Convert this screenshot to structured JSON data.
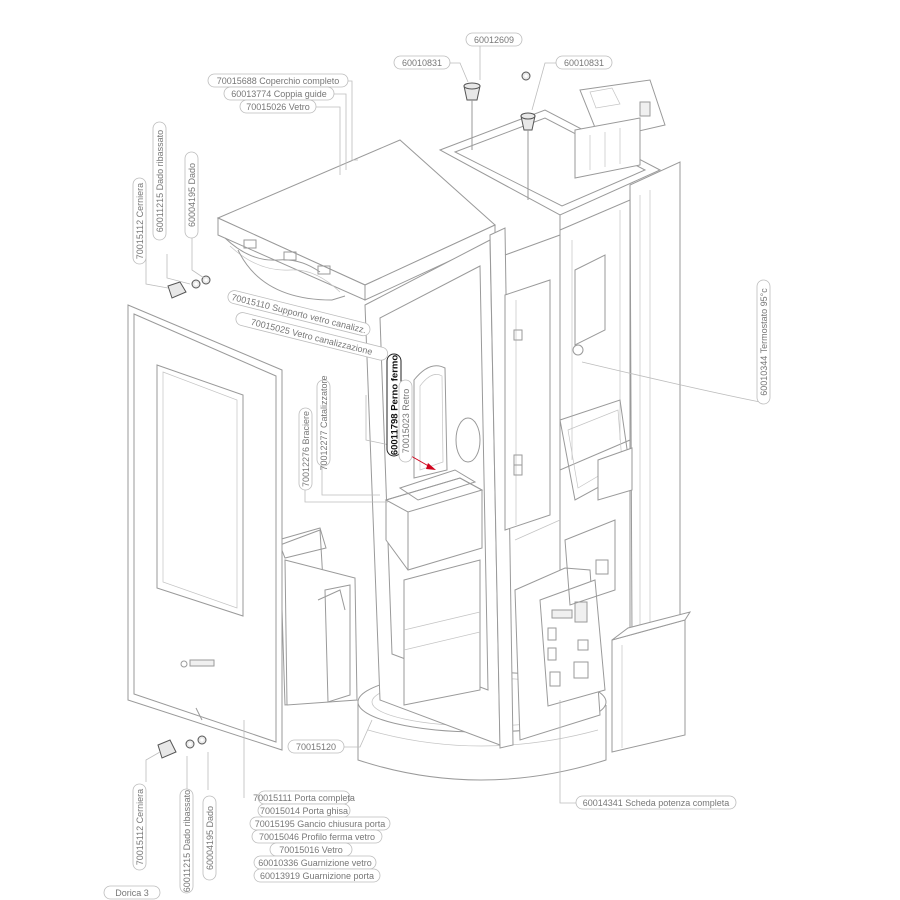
{
  "labels": {
    "top_cap": "60012609",
    "knob_left": "60010831",
    "knob_right": "60010831",
    "cover": "70015688 Coperchio completo",
    "guides": "60013774 Coppia guide",
    "glass_top": "70015026 Vetro",
    "hinge_top": "70015112 Cerniera",
    "nut_low_top": "60011215 Dado ribassato",
    "nut_top": "60004195 Dado",
    "glass_support": "70015110 Supporto vetro canalizz.",
    "glass_channel": "70015025 Vetro canalizzazione",
    "pin": "60011798 Perno fermo",
    "back": "70015023 Retro",
    "catalyst": "70012277 Catalizzatore",
    "brazier": "70012276 Braciere",
    "thermostat": "60010344 Termostato 95°c",
    "part_base": "70015120",
    "power_board": "60014341 Scheda potenza completa",
    "door_complete": "70015111 Porta completa",
    "door_cast": "70015014 Porta ghisa",
    "door_hook": "70015195 Gancio chiusura porta",
    "door_profile": "70015046 Profilo ferma vetro",
    "door_glass": "70015016 Vetro",
    "glass_gasket": "60010336 Guarnizione vetro",
    "door_gasket": "60013919 Guarnizione porta",
    "hinge_bottom": "70015112 Cerniera",
    "nut_low_bottom": "60011215 Dado ribassato",
    "nut_bottom": "60004195 Dado",
    "model": "Dorica 3"
  },
  "colors": {
    "line": "#9a9a9a",
    "label_text": "#777777",
    "highlight_arrow": "#d0021b",
    "highlight_outline": "#222222"
  }
}
